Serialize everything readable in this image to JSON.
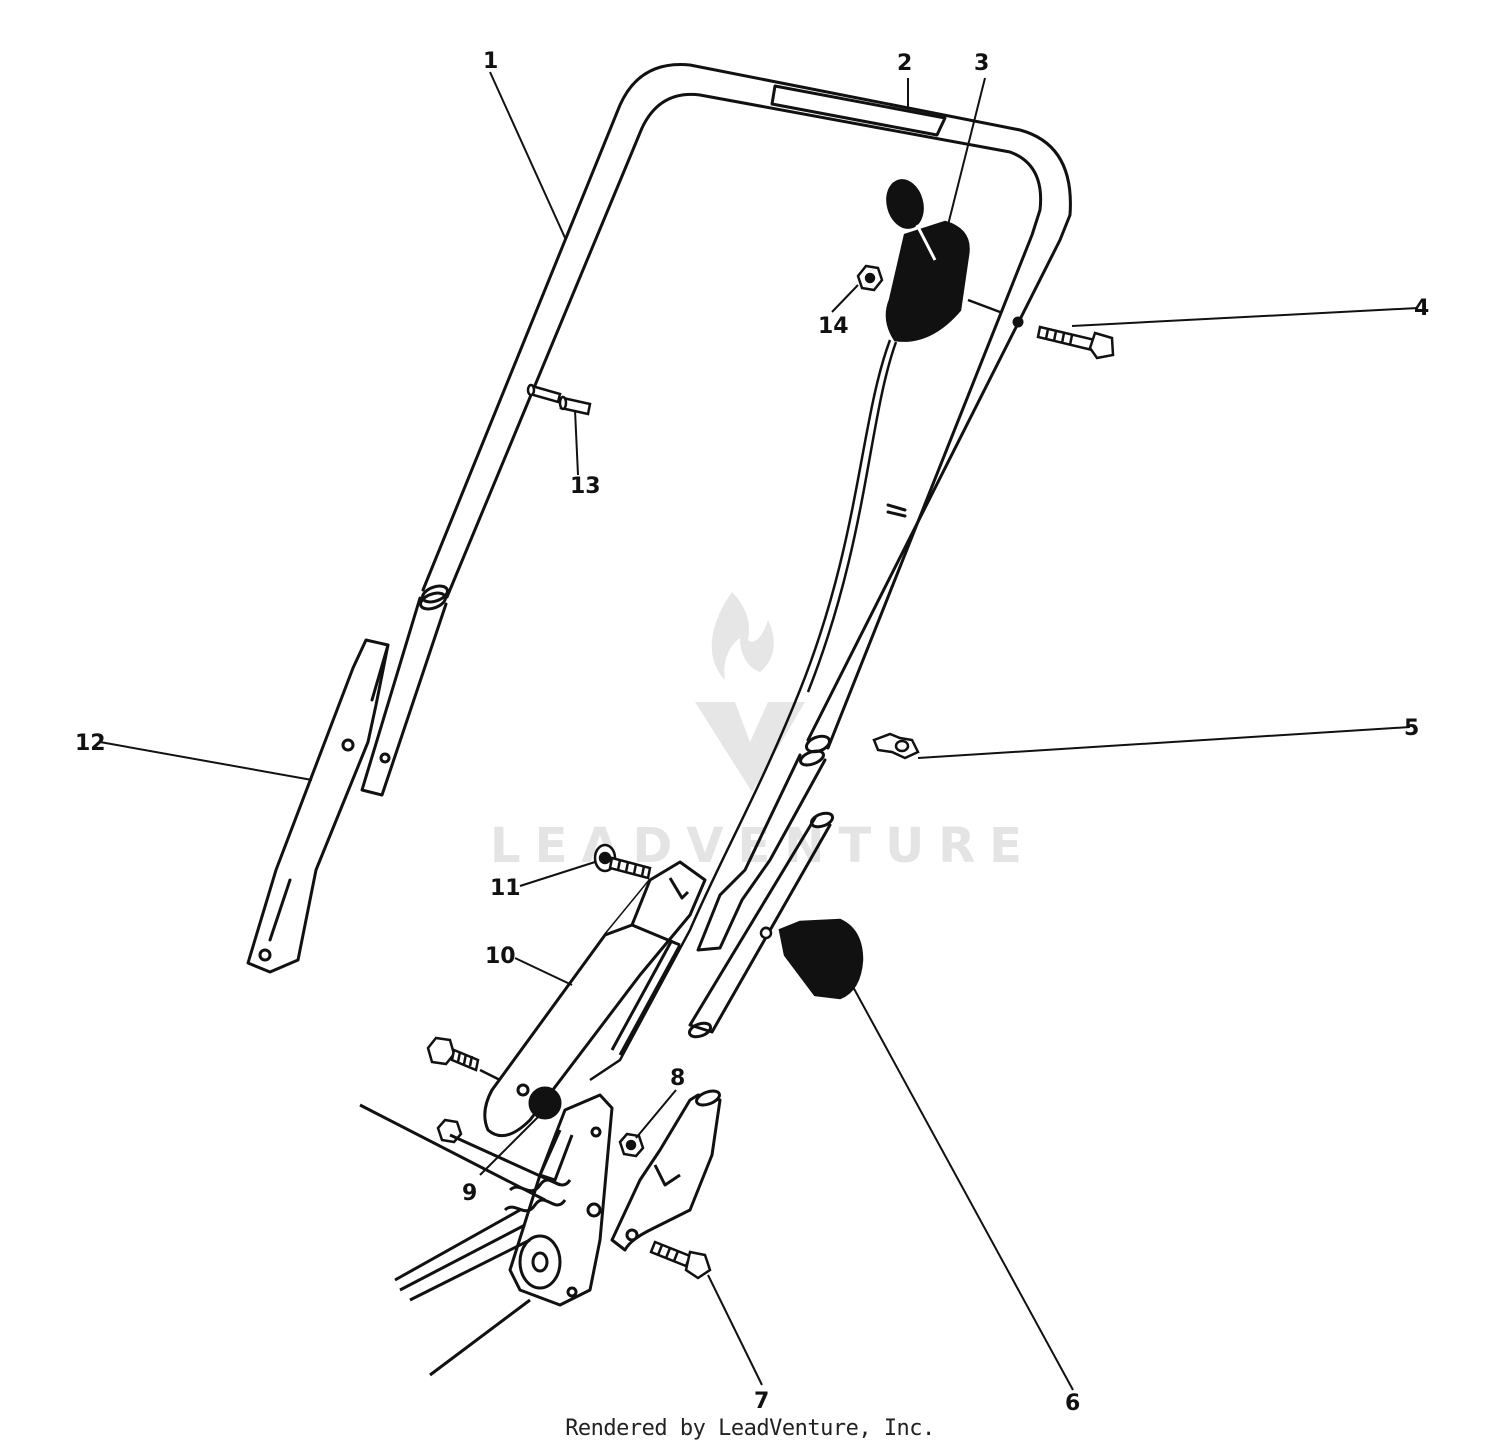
{
  "diagram": {
    "callouts": [
      {
        "id": "1",
        "label": "1"
      },
      {
        "id": "2",
        "label": "2"
      },
      {
        "id": "3",
        "label": "3"
      },
      {
        "id": "4",
        "label": "4"
      },
      {
        "id": "5",
        "label": "5"
      },
      {
        "id": "6",
        "label": "6"
      },
      {
        "id": "7",
        "label": "7"
      },
      {
        "id": "8",
        "label": "8"
      },
      {
        "id": "9",
        "label": "9"
      },
      {
        "id": "10",
        "label": "10"
      },
      {
        "id": "11",
        "label": "11"
      },
      {
        "id": "12",
        "label": "12"
      },
      {
        "id": "13",
        "label": "13"
      },
      {
        "id": "14",
        "label": "14"
      }
    ],
    "watermark": "LEADVENTURE",
    "footer": "Rendered by LeadVenture, Inc."
  },
  "colors": {
    "line": "#111111",
    "watermark": "#e4e4e4",
    "background": "#ffffff"
  }
}
